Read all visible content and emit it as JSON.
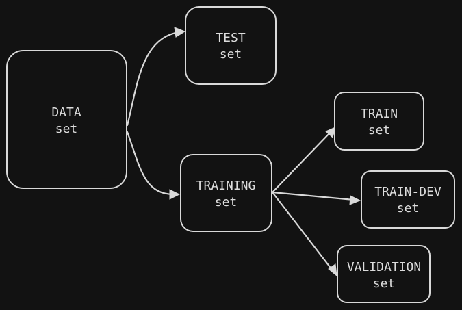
{
  "nodes": {
    "data": {
      "line1": "DATA",
      "line2": "set"
    },
    "test": {
      "line1": "TEST",
      "line2": "set"
    },
    "training": {
      "line1": "TRAINING",
      "line2": "set"
    },
    "train": {
      "line1": "TRAIN",
      "line2": "set"
    },
    "train_dev": {
      "line1": "TRAIN-DEV",
      "line2": "set"
    },
    "validation": {
      "line1": "VALIDATION",
      "line2": "set"
    }
  },
  "edges": [
    {
      "from": "data",
      "to": "test"
    },
    {
      "from": "data",
      "to": "training"
    },
    {
      "from": "training",
      "to": "train"
    },
    {
      "from": "training",
      "to": "train_dev"
    },
    {
      "from": "training",
      "to": "validation"
    }
  ],
  "colors": {
    "background": "#121212",
    "stroke": "#d9d9d9",
    "text": "#dcdcdc"
  }
}
